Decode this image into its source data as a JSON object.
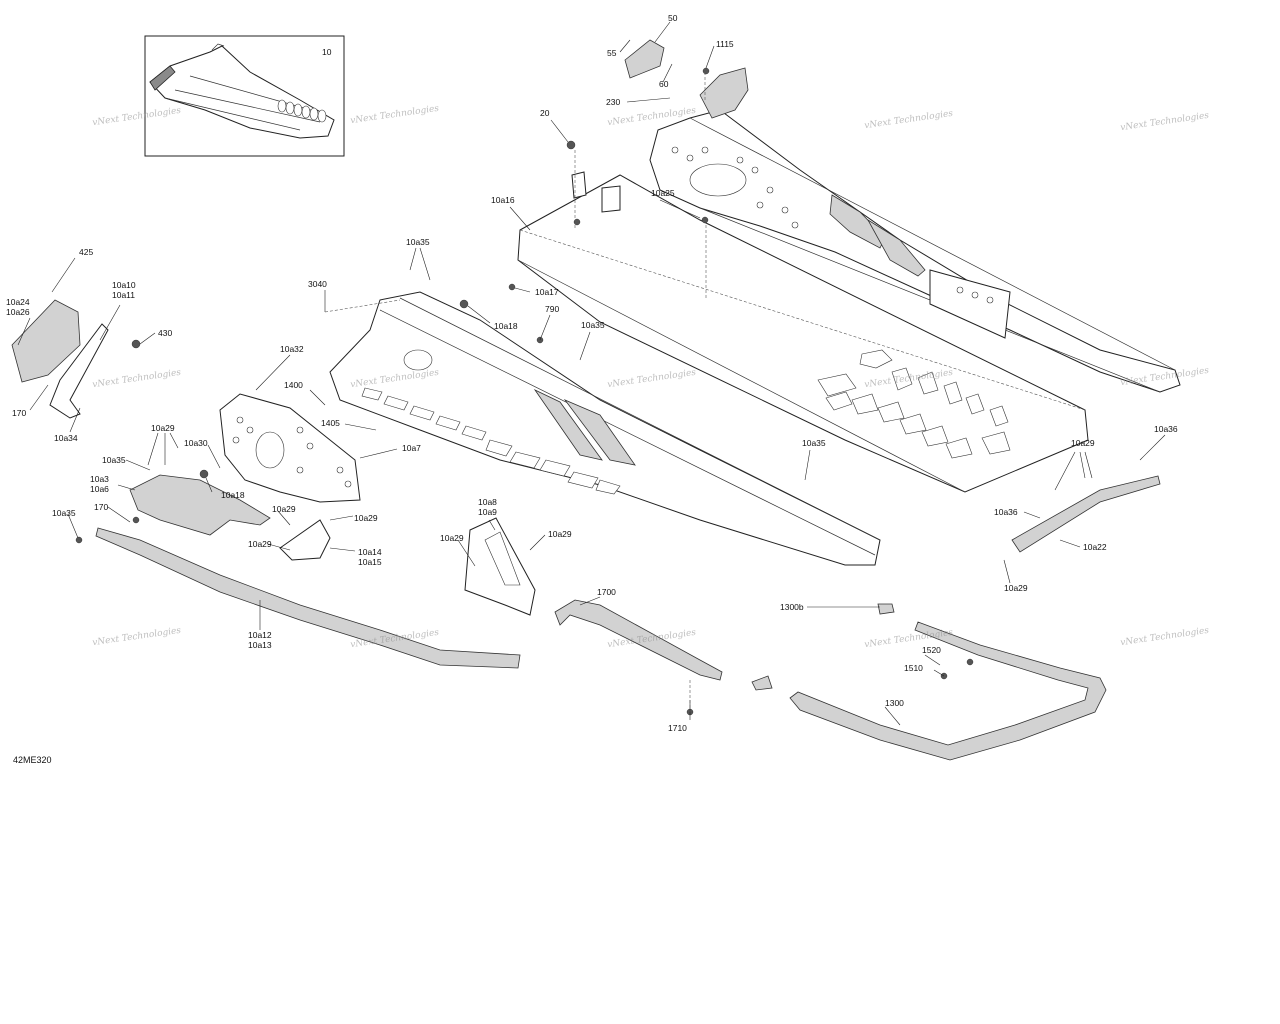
{
  "diagram": {
    "code": "42ME320",
    "watermark": "vNext Technologies",
    "labels": {
      "inset_10": "10",
      "p50": "50",
      "p55": "55",
      "p60": "60",
      "p1115": "1115",
      "p230": "230",
      "p20": "20",
      "p10a16": "10a16",
      "p10a25": "10a25",
      "p10a35_top": "10a35",
      "p425": "425",
      "p10a10": "10a10\n10a11",
      "p10a24": "10a24\n10a26",
      "p430": "430",
      "p3040": "3040",
      "p10a17": "10a17",
      "p10a18_top": "10a18",
      "p790": "790",
      "p10a35_mid": "10a35",
      "p10a32": "10a32",
      "p1400": "1400",
      "p1405": "1405",
      "p10a7": "10a7",
      "p170_left": "170",
      "p10a34": "10a34",
      "p10a29_a": "10a29",
      "p10a30": "10a30",
      "p10a35_left": "10a35",
      "p10a3": "10a3\n10a6",
      "p10a18_low": "10a18",
      "p170_low": "170",
      "p10a35_far": "10a35",
      "p10a29_b": "10a29",
      "p10a29_c": "10a29",
      "p10a29_d": "10a29",
      "p10a14": "10a14\n10a15",
      "p10a8": "10a8\n10a9",
      "p10a29_e": "10a29",
      "p10a29_f": "10a29",
      "p10a35_right": "10a35",
      "p10a29_g": "10a29",
      "p10a36_a": "10a36",
      "p10a36_b": "10a36",
      "p10a22": "10a22",
      "p10a29_h": "10a29",
      "p10a12": "10a12\n10a13",
      "p1700": "1700",
      "p1710": "1710",
      "p1300b": "1300b",
      "p1520": "1520",
      "p1510": "1510",
      "p1300": "1300"
    }
  }
}
